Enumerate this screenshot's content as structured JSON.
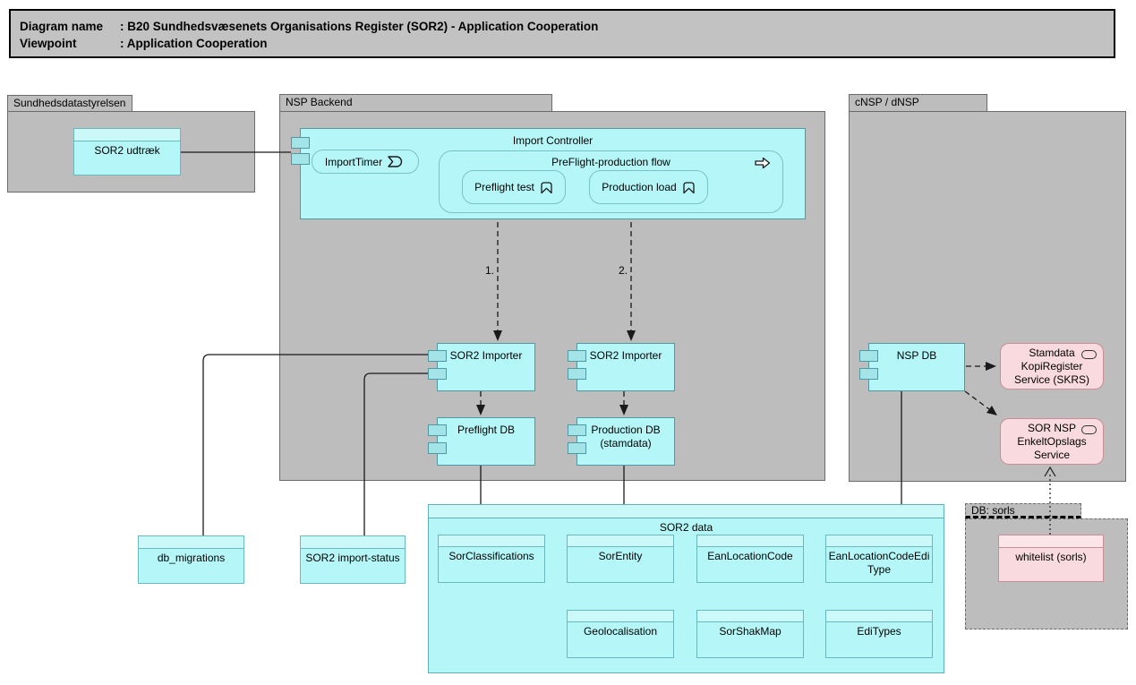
{
  "title": {
    "diagram_name_label": "Diagram name",
    "diagram_name_value": ": B20 Sundhedsvæsenets Organisations Register (SOR2) - Application Cooperation",
    "viewpoint_label": "Viewpoint",
    "viewpoint_value": ": Application Cooperation"
  },
  "groups": {
    "sundhedsdatastyrelsen": "Sundhedsdatastyrelsen",
    "nsp_backend": "NSP Backend",
    "cnsp_dnsp": "cNSP / dNSP",
    "db_sorls": "DB: sorls"
  },
  "elements": {
    "sor2_udtraek": "SOR2 udtræk",
    "import_controller": "Import Controller",
    "import_timer": "ImportTimer",
    "preflight_production_flow": "PreFlight-production flow",
    "preflight_test": "Preflight test",
    "production_load": "Production load",
    "sor2_importer_preflight": "SOR2 Importer",
    "sor2_importer_production": "SOR2 Importer",
    "preflight_db": "Preflight DB",
    "production_db": "Production DB (stamdata)",
    "nsp_db": "NSP DB",
    "skrs_service": "Stamdata KopiRegister Service (SKRS)",
    "enkeltopslags_service": "SOR NSP EnkeltOpslags Service",
    "whitelist": "whitelist (sorls)",
    "db_migrations": "db_migrations",
    "sor2_import_status": "SOR2 import-status",
    "sor2_data": "SOR2 data",
    "sor_classifications": "SorClassifications",
    "sor_entity": "SorEntity",
    "ean_location_code": "EanLocationCode",
    "ean_location_code_edi_type": "EanLocationCodeEdi​Type",
    "geolocalisation": "Geolocalisation",
    "sor_shak_map": "SorShakMap",
    "edi_types": "EdiTypes"
  },
  "connectors": {
    "flow_label_1": "1.",
    "flow_label_2": "2."
  },
  "colors": {
    "element_cyan": "#b5f7f8",
    "element_cyan_border": "#4f9aa2",
    "service_pink": "#f9dade",
    "service_pink_border": "#c98f98",
    "group_gray": "#bdbdbd",
    "group_border": "#6b6b6b",
    "titlebar_gray": "#c2c2c2",
    "connector_black": "#1a1a1a"
  }
}
